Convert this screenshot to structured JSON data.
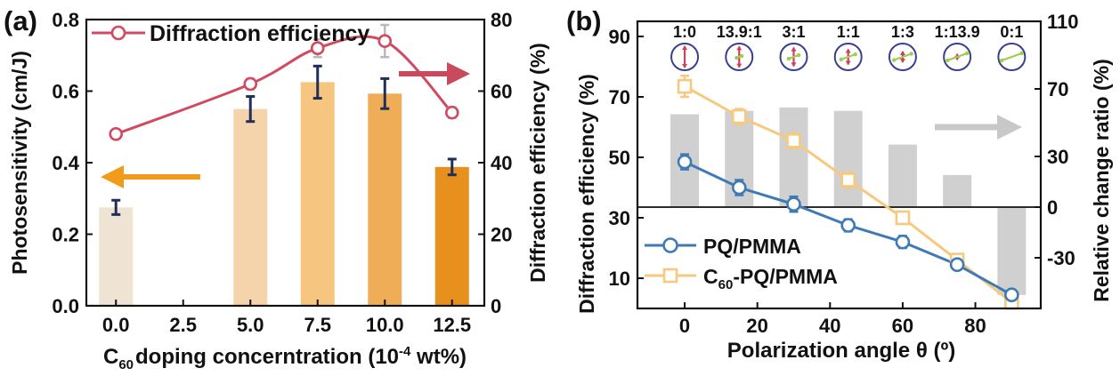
{
  "chart_data": [
    {
      "panel_label": "(a)",
      "type": "bar",
      "xlabel_main": "C",
      "xlabel_sub": "60",
      "xlabel_mid": "doping concerntration (10",
      "xlabel_sup": "-4",
      "xlabel_end": " wt%)",
      "ylabel": "Photosensitivity (cm/J)",
      "y2label": "Diffraction efficiency (%)",
      "xlim": [
        -1.1,
        13.7
      ],
      "ylim": [
        0,
        0.8
      ],
      "y2lim": [
        0,
        80
      ],
      "xticks": [
        0,
        2.5,
        5,
        7.5,
        10,
        12.5
      ],
      "xtick_labels": [
        "0.0",
        "2.5",
        "5.0",
        "7.5",
        "10.0",
        "12.5"
      ],
      "yticks": [
        0,
        0.2,
        0.4,
        0.6,
        0.8
      ],
      "ytick_labels": [
        "0.0",
        "0.2",
        "0.4",
        "0.6",
        "0.8"
      ],
      "y2ticks": [
        0,
        20,
        40,
        60,
        80
      ],
      "y2tick_labels": [
        "0",
        "20",
        "40",
        "60",
        "80"
      ],
      "bars": {
        "x": [
          0,
          5,
          7.5,
          10,
          12.5
        ],
        "values": [
          0.275,
          0.55,
          0.625,
          0.593,
          0.388
        ],
        "errors": [
          0.02,
          0.035,
          0.045,
          0.042,
          0.022
        ],
        "colors": [
          "#efe4d3",
          "#f5d3ab",
          "#f6c580",
          "#efad58",
          "#e8901e"
        ]
      },
      "series": [
        {
          "name": "Diffraction efficiency",
          "axis": "right",
          "x": [
            0,
            5,
            7.5,
            10,
            12.5
          ],
          "values": [
            48,
            62,
            72,
            74,
            54
          ],
          "errors": [
            1.2,
            1.5,
            2.5,
            4.5,
            1.5
          ],
          "color": "#d04a60",
          "marker": "circle"
        }
      ],
      "arrows": [
        {
          "direction": "left",
          "color": "#f29a1a",
          "points_to": "left-axis"
        },
        {
          "direction": "right",
          "color": "#c94a5c",
          "points_to": "right-axis"
        }
      ]
    },
    {
      "panel_label": "(b)",
      "type": "line",
      "xlabel": "Polarization angle θ (º)",
      "ylabel": "Diffraction efficiency (%)",
      "y2label": "Relative change ratio (%)",
      "xlim": [
        -13,
        98
      ],
      "ylim": [
        0,
        95
      ],
      "y2lim": [
        -60,
        110
      ],
      "xticks": [
        0,
        20,
        40,
        60,
        80
      ],
      "xtick_labels": [
        "0",
        "20",
        "40",
        "60",
        "80"
      ],
      "yticks": [
        10,
        30,
        50,
        70,
        90
      ],
      "ytick_labels": [
        "10",
        "30",
        "50",
        "70",
        "90"
      ],
      "y2ticks": [
        -30,
        0,
        30,
        70,
        110
      ],
      "y2tick_labels": [
        "-30",
        "0",
        "30",
        "70",
        "110"
      ],
      "ratio_labels": [
        "1:0",
        "13.9:1",
        "3:1",
        "1:1",
        "1:3",
        "1:13.9",
        "0:1"
      ],
      "polarization_x": [
        0,
        15,
        30,
        45,
        60,
        75,
        90
      ],
      "bars": {
        "x": [
          0,
          15,
          30,
          45,
          60,
          75,
          90
        ],
        "values": [
          55,
          57,
          59,
          57,
          37,
          19,
          -52
        ],
        "color": "#d0d0d0"
      },
      "series": [
        {
          "name": "PQ/PMMA",
          "x": [
            0,
            15,
            30,
            45,
            60,
            75,
            90
          ],
          "values": [
            48.5,
            40,
            34.5,
            27.5,
            22,
            14.5,
            4.5
          ],
          "errors": [
            2.5,
            2.5,
            2.5,
            2,
            2,
            1.5,
            1
          ],
          "color": "#3f7ab5",
          "marker": "circle"
        },
        {
          "name": "C60-PQ/PMMA",
          "name_main": "C",
          "name_sub": "60",
          "name_end": "-PQ/PMMA",
          "x": [
            0,
            15,
            30,
            45,
            60,
            75,
            90
          ],
          "values": [
            73.5,
            63.5,
            55.5,
            42.5,
            30,
            16,
            2
          ],
          "errors": [
            3.5,
            2.5,
            2.5,
            2.5,
            1.5,
            1.5,
            1
          ],
          "color": "#f6c97f",
          "marker": "square"
        }
      ],
      "arrows": [
        {
          "direction": "right",
          "color": "#c8c8c8",
          "points_to": "right-axis"
        }
      ]
    }
  ]
}
